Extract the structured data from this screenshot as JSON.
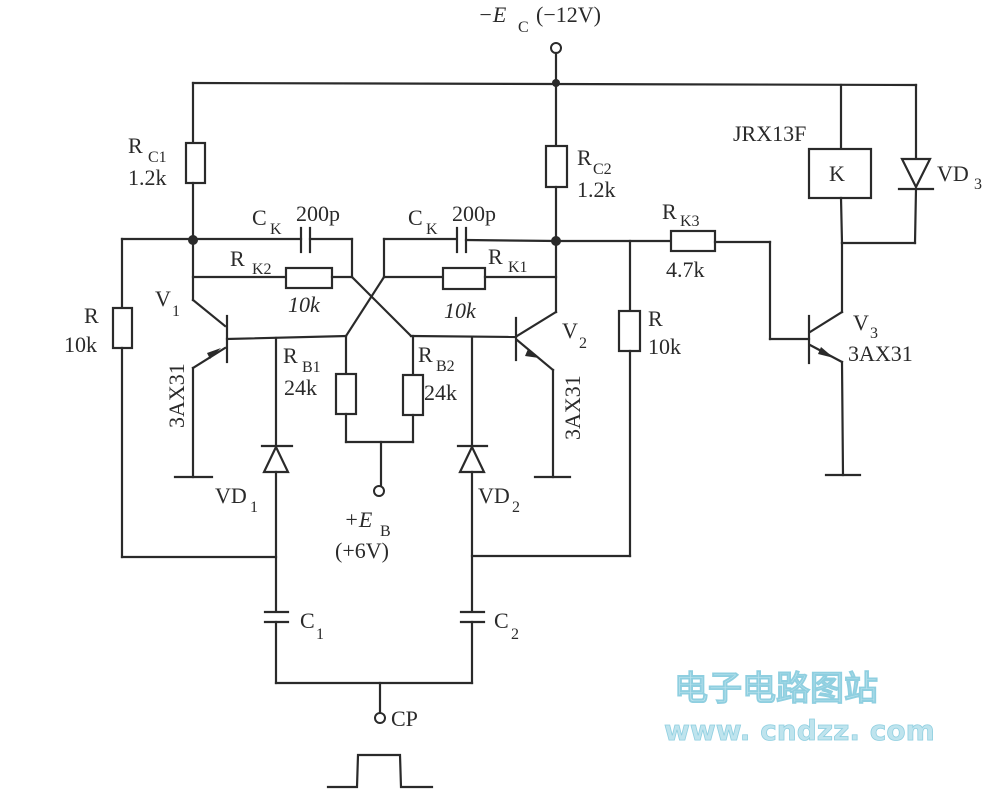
{
  "diagram": {
    "type": "circuit-schematic",
    "supplies": {
      "ec": {
        "symbol": "−E",
        "sub": "C",
        "value": "(−12V)"
      },
      "eb": {
        "symbol": "+E",
        "sub": "B",
        "value": "(+6V)"
      }
    },
    "components": {
      "rc1": {
        "name": "R",
        "sub": "C1",
        "value": "1.2k"
      },
      "rc2": {
        "name": "R",
        "sub": "C2",
        "value": "1.2k"
      },
      "ck_left": {
        "name": "C",
        "sub": "K",
        "value": "200p"
      },
      "ck_right": {
        "name": "C",
        "sub": "K",
        "value": "200p"
      },
      "rk2": {
        "name": "R",
        "sub": "K2",
        "value": "10k"
      },
      "rk1": {
        "name": "R",
        "sub": "K1",
        "value": "10k"
      },
      "rk3": {
        "name": "R",
        "sub": "K3",
        "value": "4.7k"
      },
      "r_left": {
        "name": "R",
        "value": "10k"
      },
      "r_right": {
        "name": "R",
        "value": "10k"
      },
      "rb1": {
        "name": "R",
        "sub": "B1",
        "value": "24k"
      },
      "rb2": {
        "name": "R",
        "sub": "B2",
        "value": "24k"
      },
      "v1": {
        "name": "V",
        "sub": "1",
        "model": "3AX31"
      },
      "v2": {
        "name": "V",
        "sub": "2",
        "model": "3AX31"
      },
      "v3": {
        "name": "V",
        "sub": "3",
        "model": "3AX31"
      },
      "vd1": {
        "name": "VD",
        "sub": "1"
      },
      "vd2": {
        "name": "VD",
        "sub": "2"
      },
      "vd3": {
        "name": "VD",
        "sub": "3"
      },
      "c1": {
        "name": "C",
        "sub": "1"
      },
      "c2": {
        "name": "C",
        "sub": "2"
      },
      "relay": {
        "model": "JRX13F",
        "label": "K"
      },
      "cp": {
        "label": "CP"
      }
    },
    "watermark": {
      "line1": "电子电路图站",
      "line2": "www. cndzz. com"
    }
  }
}
